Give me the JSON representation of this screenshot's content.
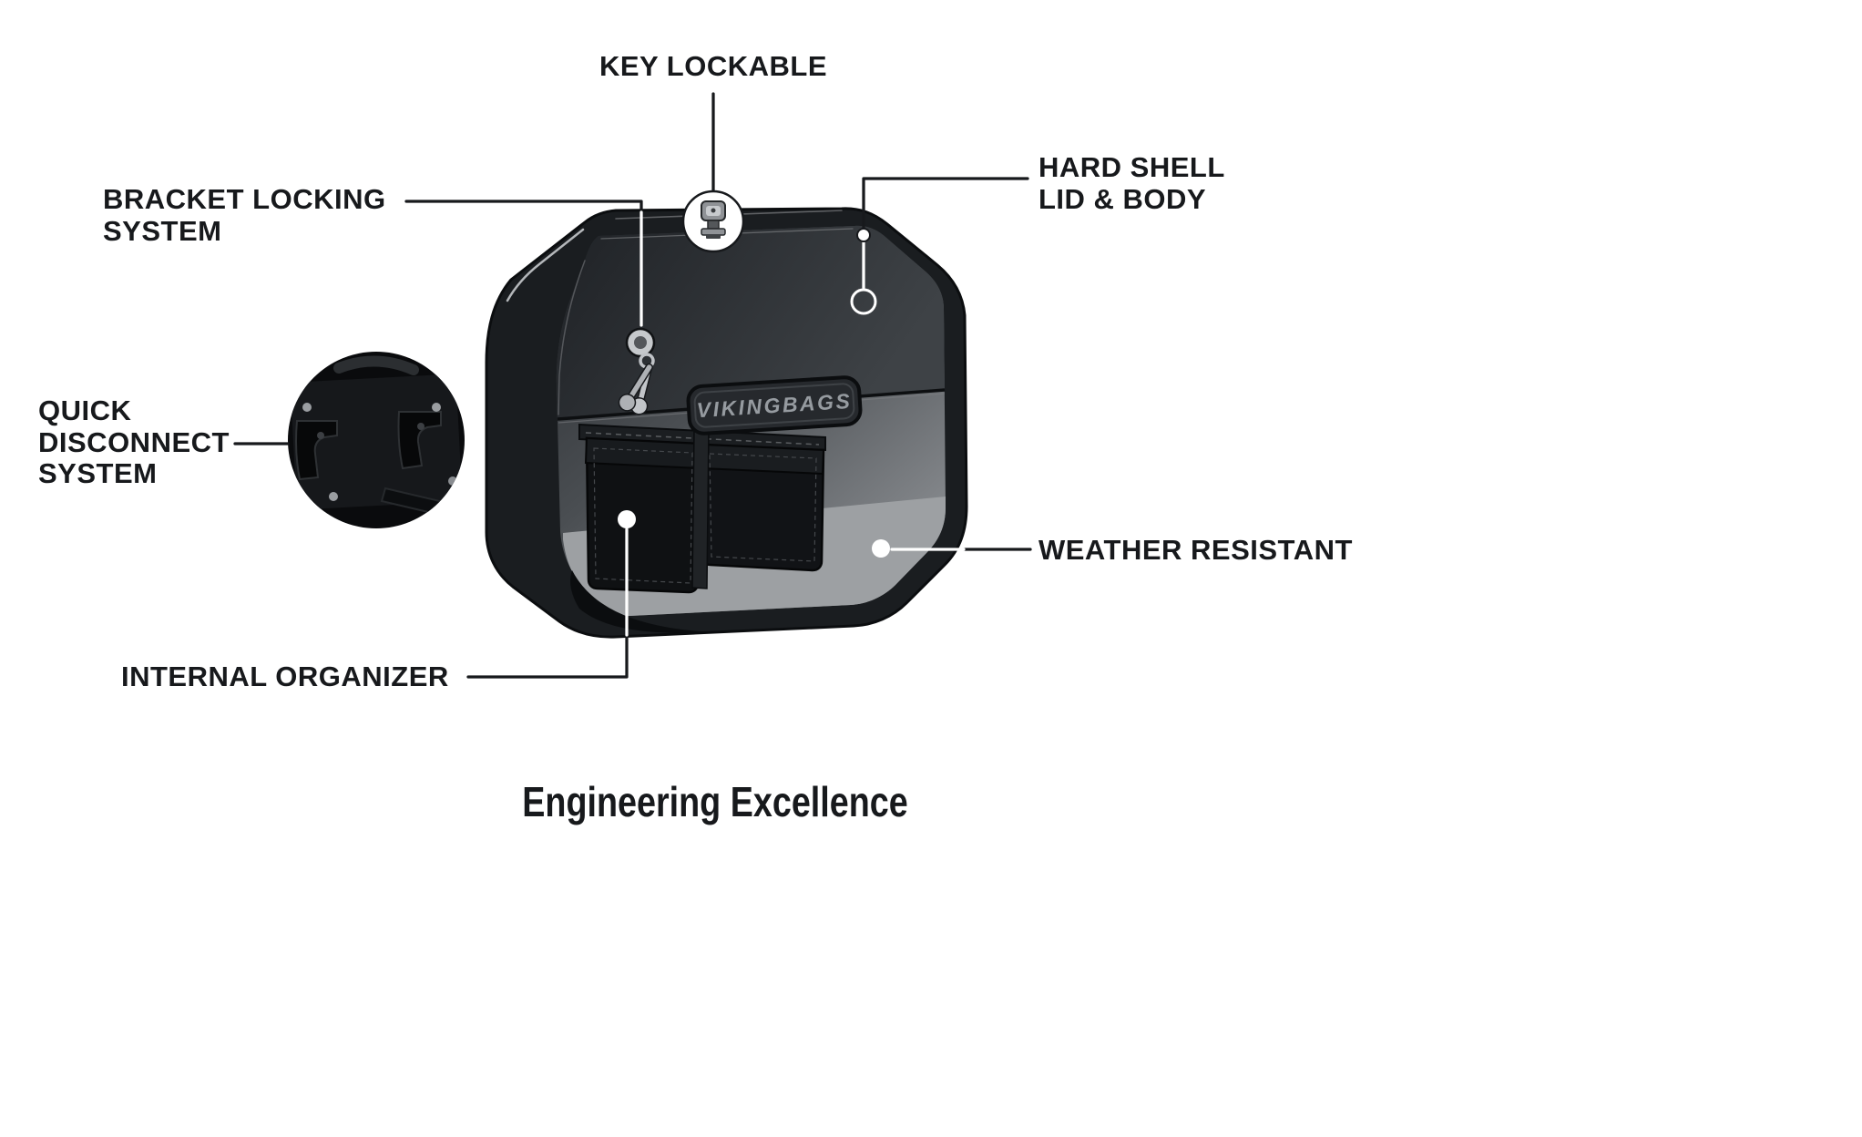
{
  "title": "Engineering Excellence",
  "brand_badge": "VIKINGBAGS",
  "callouts": {
    "key_lockable": {
      "label": "KEY LOCKABLE"
    },
    "bracket_locking": {
      "label": "BRACKET LOCKING\nSYSTEM"
    },
    "hard_shell": {
      "label": "HARD SHELL\nLID & BODY"
    },
    "quick_disconnect": {
      "label": "QUICK\nDISCONNECT\nSYSTEM"
    },
    "weather_resistant": {
      "label": "WEATHER RESISTANT"
    },
    "internal_organizer": {
      "label": "INTERNAL ORGANIZER"
    }
  },
  "colors": {
    "background": "#ffffff",
    "text": "#17191c",
    "callout_line_dark": "#17191c",
    "callout_line_light": "#ffffff",
    "bag_shell_dark": "#1a1d20",
    "bag_face_light": "#909396",
    "bag_floor": "#9da0a3",
    "badge_plate": "#26292d",
    "badge_text": "#969ba0",
    "metal_light": "#c6c9cc"
  }
}
